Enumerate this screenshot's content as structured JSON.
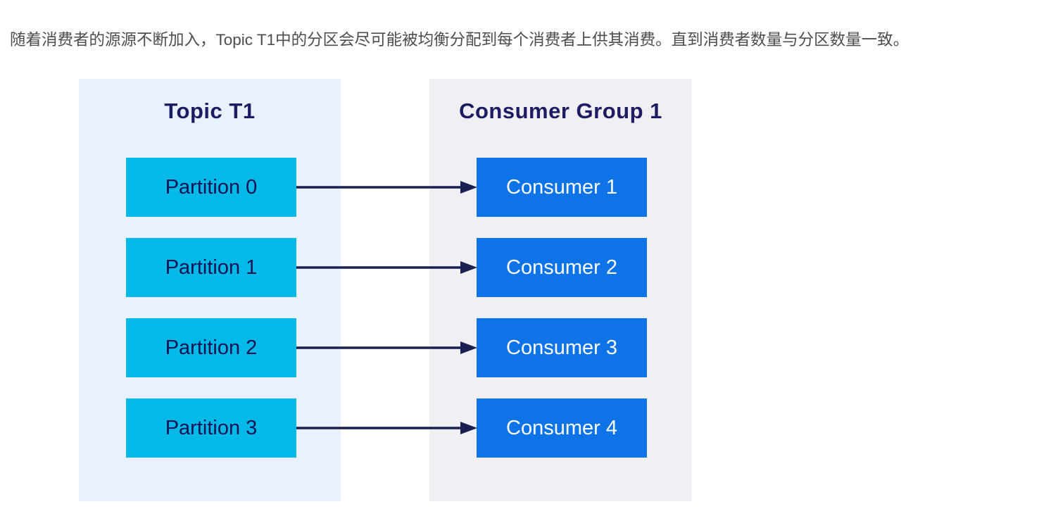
{
  "page": {
    "intro_text": "随着消费者的源源不断加入，Topic T1中的分区会尽可能被均衡分配到每个消费者上供其消费。直到消费者数量与分区数量一致。"
  },
  "diagram": {
    "topic_panel": {
      "title": "Topic T1",
      "background": "#e8f1fd",
      "box_color": "#02b9e8",
      "partitions": [
        {
          "label": "Partition 0"
        },
        {
          "label": "Partition 1"
        },
        {
          "label": "Partition 2"
        },
        {
          "label": "Partition 3"
        }
      ]
    },
    "consumer_panel": {
      "title": "Consumer Group 1",
      "background": "#f0eff4",
      "box_color": "#0d73e6",
      "consumers": [
        {
          "label": "Consumer 1"
        },
        {
          "label": "Consumer 2"
        },
        {
          "label": "Consumer 3"
        },
        {
          "label": "Consumer 4"
        }
      ]
    },
    "arrows": {
      "color": "#1a2152",
      "connections": [
        {
          "from": "Partition 0",
          "to": "Consumer 1"
        },
        {
          "from": "Partition 1",
          "to": "Consumer 2"
        },
        {
          "from": "Partition 2",
          "to": "Consumer 3"
        },
        {
          "from": "Partition 3",
          "to": "Consumer 4"
        }
      ]
    },
    "colors": {
      "title_text": "#1b1c63",
      "partition_text": "#111253",
      "consumer_text": "#ffffff",
      "intro_text": "#4c4c52"
    }
  }
}
